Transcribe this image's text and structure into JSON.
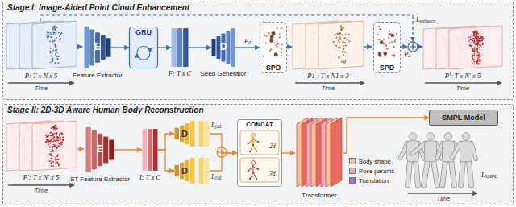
{
  "diagram": {
    "nodes": [
      {
        "text": [
          "Stage I: Image-Aided Point Cloud Enhancement"
        ]
      },
      {
        "text": [
          "E",
          "Feature Extractor"
        ],
        "in": 0
      },
      {
        "text": [
          "GRU"
        ],
        "in": 0
      },
      {
        "text": [
          "F: T x C"
        ],
        "in": 0
      },
      {
        "text": [
          "D",
          "Seed Generator"
        ],
        "in": 0
      },
      {
        "text": [
          "SPD"
        ],
        "in": 0
      },
      {
        "text": [
          "SPD"
        ],
        "in": 0
      },
      {
        "text": [
          "Stage II: 2D-3D Aware Human Body Reconstruction"
        ]
      },
      {
        "text": [
          "E",
          "ST-Feature Extractor"
        ],
        "in": 7
      },
      {
        "text": [
          "I: T x C"
        ],
        "in": 7
      },
      {
        "text": [
          "D"
        ],
        "in": 7
      },
      {
        "text": [
          "D"
        ],
        "in": 7
      },
      {
        "text": [
          "CONCAT"
        ],
        "in": 7
      },
      {
        "text": [
          "Transformer"
        ],
        "in": 7
      },
      {
        "text": [
          "SMPL Model"
        ],
        "in": 7
      }
    ],
    "edges": [
      {
        "from": 1,
        "to": 2,
        "arrow": "to"
      },
      {
        "from": 2,
        "to": 3,
        "arrow": "to"
      },
      {
        "from": 3,
        "to": 4,
        "arrow": "to"
      },
      {
        "from": 4,
        "to": 5,
        "label": "P0",
        "arrow": "to"
      },
      {
        "from": 8,
        "to": 9,
        "arrow": "to"
      },
      {
        "from": 9,
        "to": 10,
        "arrow": "to"
      },
      {
        "from": 9,
        "to": 11,
        "arrow": "to"
      },
      {
        "from": 10,
        "to": 12,
        "arrow": "to"
      },
      {
        "from": 11,
        "to": 12,
        "arrow": "to"
      },
      {
        "from": 12,
        "to": 13,
        "arrow": "to"
      },
      {
        "from": 13,
        "to": 14,
        "arrow": "to"
      }
    ],
    "labels": [
      "P: T x N x 5",
      "Time",
      "P1 : T x N1 x 3",
      "Time",
      "P2",
      "Lenhance",
      "P': T x N' x 5",
      "Time",
      "P': T x N' x 5",
      "Time",
      "Lj2d",
      "Lj3d",
      "2d",
      "3d",
      "LSMPL",
      "Time"
    ],
    "legend": [
      {
        "text": "Body shape",
        "color": "#f6c39b"
      },
      {
        "text": "Pose params",
        "color": "#f2a7bd"
      },
      {
        "text": "Translation",
        "color": "#a66bc8"
      }
    ]
  }
}
